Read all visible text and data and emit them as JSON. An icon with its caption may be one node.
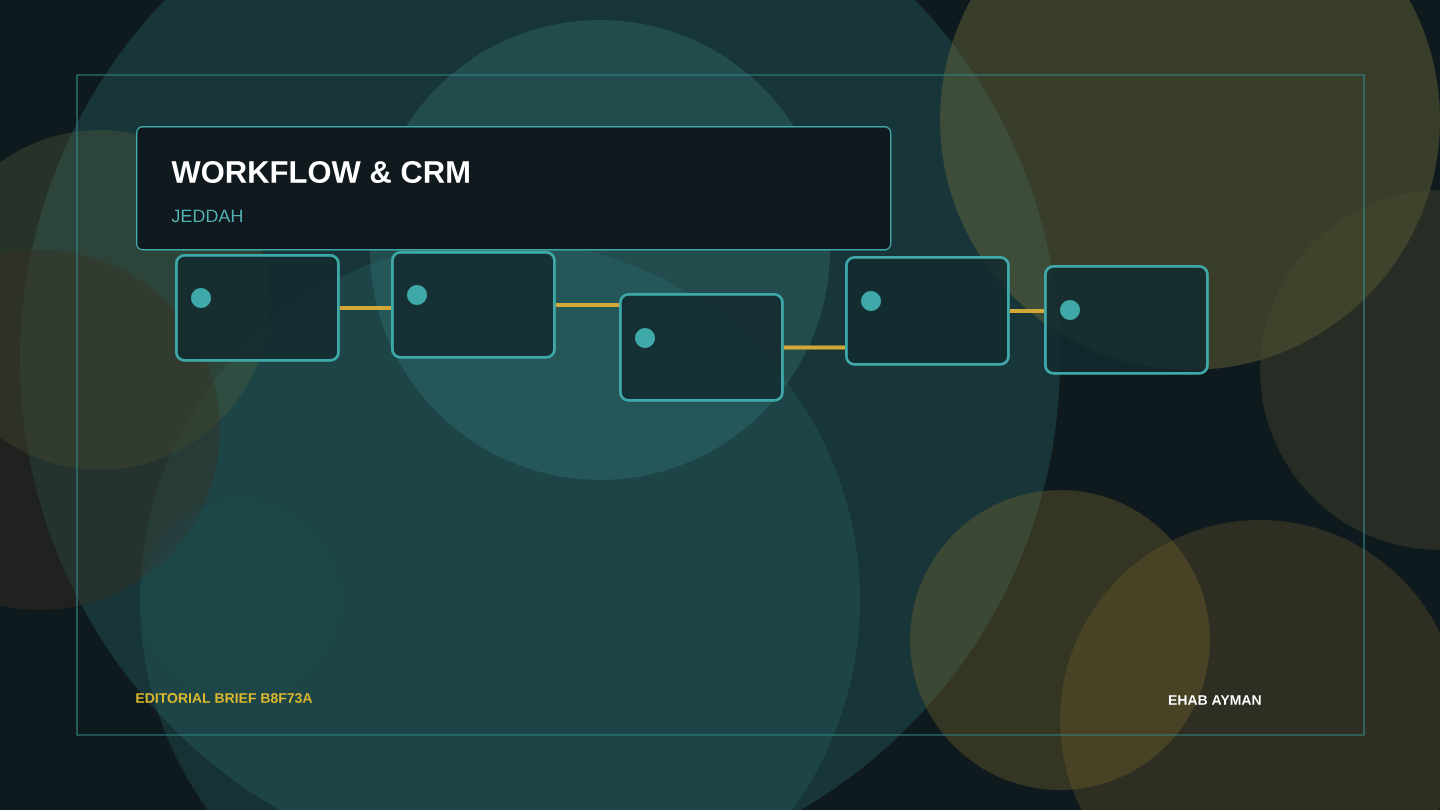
{
  "diagram": {
    "nodes": [
      {
        "text": [
          "WORKFLOW & CRM",
          "JEDDAH"
        ]
      },
      {
        "text": [],
        "shape": "box"
      },
      {
        "text": [],
        "shape": "box"
      },
      {
        "text": [],
        "shape": "box"
      },
      {
        "text": [],
        "shape": "box"
      },
      {
        "text": [],
        "shape": "box"
      }
    ],
    "edges": [
      {
        "from": 1,
        "to": 2,
        "arrow": "none"
      },
      {
        "from": 2,
        "to": 3,
        "arrow": "none"
      },
      {
        "from": 3,
        "to": 4,
        "arrow": "none"
      },
      {
        "from": 4,
        "to": 5,
        "arrow": "none"
      }
    ],
    "labels": [
      "EDITORIAL BRIEF  B8F73A",
      "EHAB AYMAN"
    ]
  }
}
